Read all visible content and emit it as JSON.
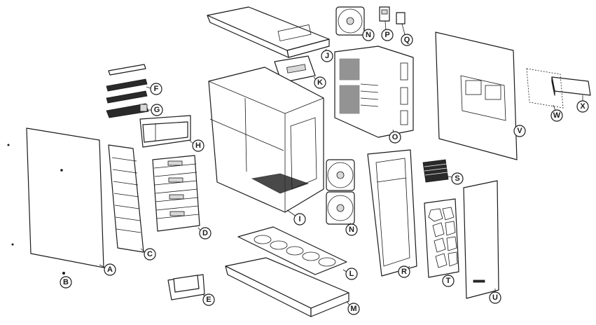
{
  "callouts": [
    {
      "id": "A",
      "label": "A"
    },
    {
      "id": "B",
      "label": "B"
    },
    {
      "id": "C",
      "label": "C"
    },
    {
      "id": "D",
      "label": "D"
    },
    {
      "id": "E",
      "label": "E"
    },
    {
      "id": "F",
      "label": "F"
    },
    {
      "id": "G",
      "label": "G"
    },
    {
      "id": "H",
      "label": "H"
    },
    {
      "id": "I",
      "label": "I"
    },
    {
      "id": "J",
      "label": "J"
    },
    {
      "id": "K",
      "label": "K"
    },
    {
      "id": "L",
      "label": "L"
    },
    {
      "id": "M",
      "label": "M"
    },
    {
      "id": "N1",
      "label": "N"
    },
    {
      "id": "N2",
      "label": "N"
    },
    {
      "id": "O",
      "label": "O"
    },
    {
      "id": "P",
      "label": "P"
    },
    {
      "id": "Q",
      "label": "Q"
    },
    {
      "id": "R",
      "label": "R"
    },
    {
      "id": "S",
      "label": "S"
    },
    {
      "id": "T",
      "label": "T"
    },
    {
      "id": "U",
      "label": "U"
    },
    {
      "id": "V",
      "label": "V"
    },
    {
      "id": "W",
      "label": "W"
    },
    {
      "id": "X",
      "label": "X"
    }
  ],
  "colors": {
    "line": "#1a1a1a",
    "background": "#ffffff"
  }
}
